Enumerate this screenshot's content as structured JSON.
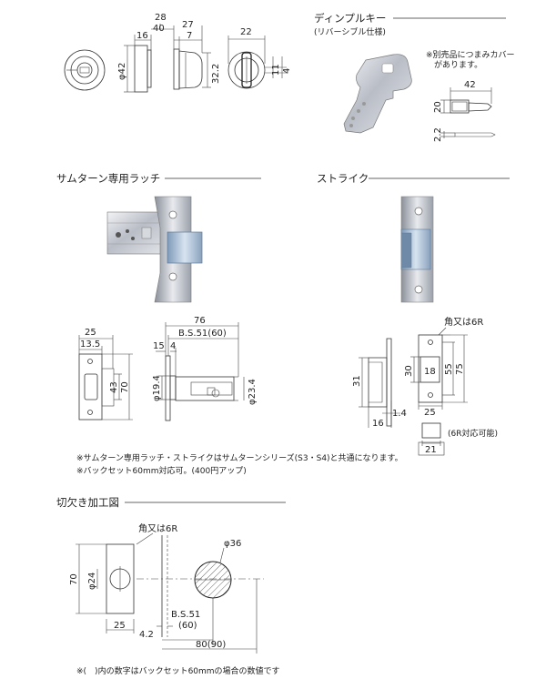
{
  "headings": {
    "dimple_key": "ディンプルキー",
    "reversible": "(リバーシブル仕様)",
    "thumbturn_latch": "サムターン専用ラッチ",
    "strike": "ストライク",
    "cutout": "切欠き加工図"
  },
  "key_note": [
    "※別売品につまみカバー",
    "があります。"
  ],
  "top_dims": {
    "d28": "28",
    "d40": "40",
    "d16": "16",
    "d27": "27",
    "d7": "7",
    "phi42": "φ42",
    "d32_2": "32.2",
    "d22": "22",
    "d11": "11",
    "d4": "4"
  },
  "key_dims": {
    "d42": "42",
    "d20": "20",
    "d2_2": "2.2"
  },
  "latch_dims": {
    "d25": "25",
    "d13_5": "13.5",
    "d43": "43",
    "d70": "70",
    "d76": "76",
    "bs": "B.S.51(60)",
    "d15": "15",
    "d4": "4",
    "phi19_4": "φ19.4",
    "phi23_4": "φ23.4"
  },
  "strike_dims": {
    "corner": "角又は6R",
    "d31": "31",
    "d30": "30",
    "d18": "18",
    "d55": "55",
    "d75": "75",
    "d25": "25",
    "d1_4": "1.4",
    "d16": "16",
    "d21": "21",
    "r6_note": "(6R対応可能)"
  },
  "notes": [
    "※サムターン専用ラッチ・ストライクはサムターンシリーズ(S3・S4)と共通になります。",
    "※バックセット60mm対応可。(400円アップ)"
  ],
  "cut_dims": {
    "corner": "角又は6R",
    "phi36": "φ36",
    "d70": "70",
    "phi24": "φ24",
    "d25": "25",
    "d4_2": "4.2",
    "bs1": "B.S.51",
    "bs2": "(60)",
    "d80": "80(90)"
  },
  "footer": "※(　)内の数字はバックセット60mmの場合の数値です"
}
